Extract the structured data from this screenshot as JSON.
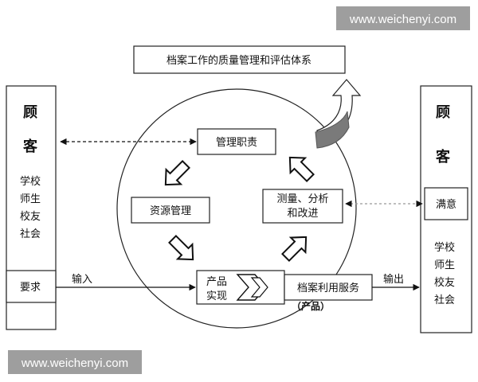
{
  "watermark": {
    "text": "www.weichenyi.com"
  },
  "title": "档案工作的质量管理和评估体系",
  "left_customer": {
    "title_chars": [
      "顾",
      "客"
    ],
    "members": [
      "学校",
      "师生",
      "校友",
      "社会"
    ],
    "requirement": "要求"
  },
  "right_customer": {
    "title_chars": [
      "顾",
      "客"
    ],
    "satisfaction": "满意",
    "members": [
      "学校",
      "师生",
      "校友",
      "社会"
    ]
  },
  "cycle": {
    "management": "管理职责",
    "resources": "资源管理",
    "realization_lines": [
      "产品",
      "实现"
    ],
    "measurement_lines": [
      "测量、分析",
      "和改进"
    ]
  },
  "service": {
    "label": "档案利用服务",
    "product_label": "（产品）"
  },
  "flow": {
    "input": "输入",
    "output": "输出"
  }
}
